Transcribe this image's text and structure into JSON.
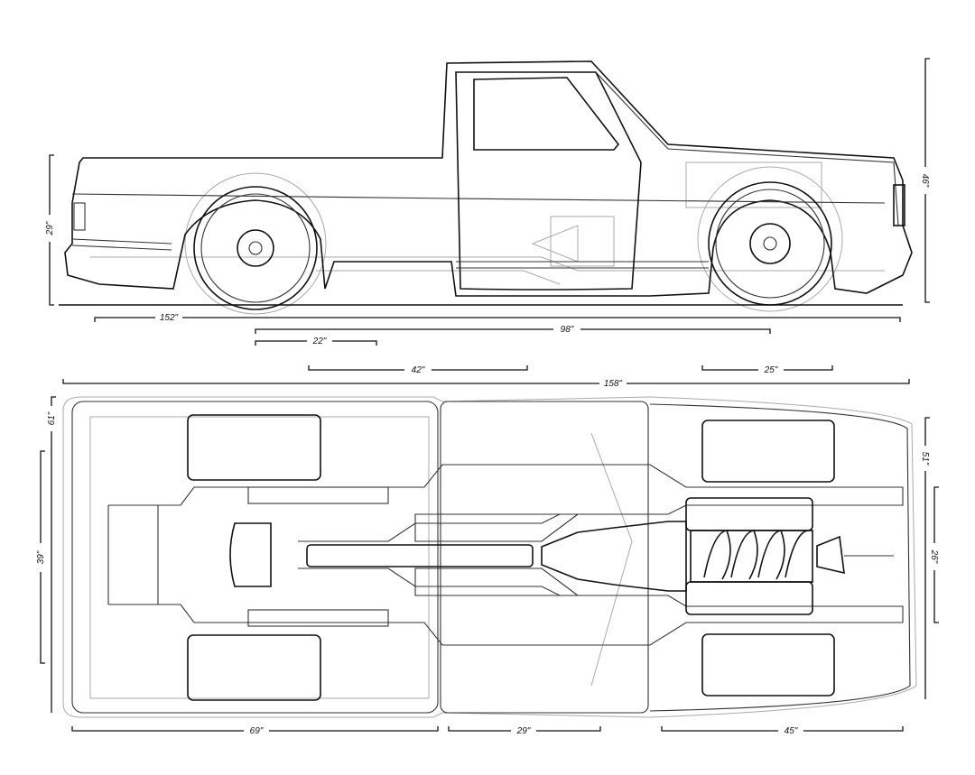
{
  "drawing": {
    "side_view": {
      "height_rear": "29\"",
      "height_total": "46\"",
      "length_body": "152\"",
      "wheelbase": "98\"",
      "rear_overhang_to_axle": "22\"",
      "cab_length": "42\"",
      "front_section": "25\"",
      "overall_length": "158\""
    },
    "top_view": {
      "width_rear": "61\"",
      "frame_width_rear": "39\"",
      "width_front": "51\"",
      "frame_width_front": "26\"",
      "bed_length": "69\"",
      "cab_depth": "29\"",
      "front_length": "45\""
    }
  },
  "colors": {
    "ink": "#111111",
    "ghost": "#aaaaaa"
  }
}
